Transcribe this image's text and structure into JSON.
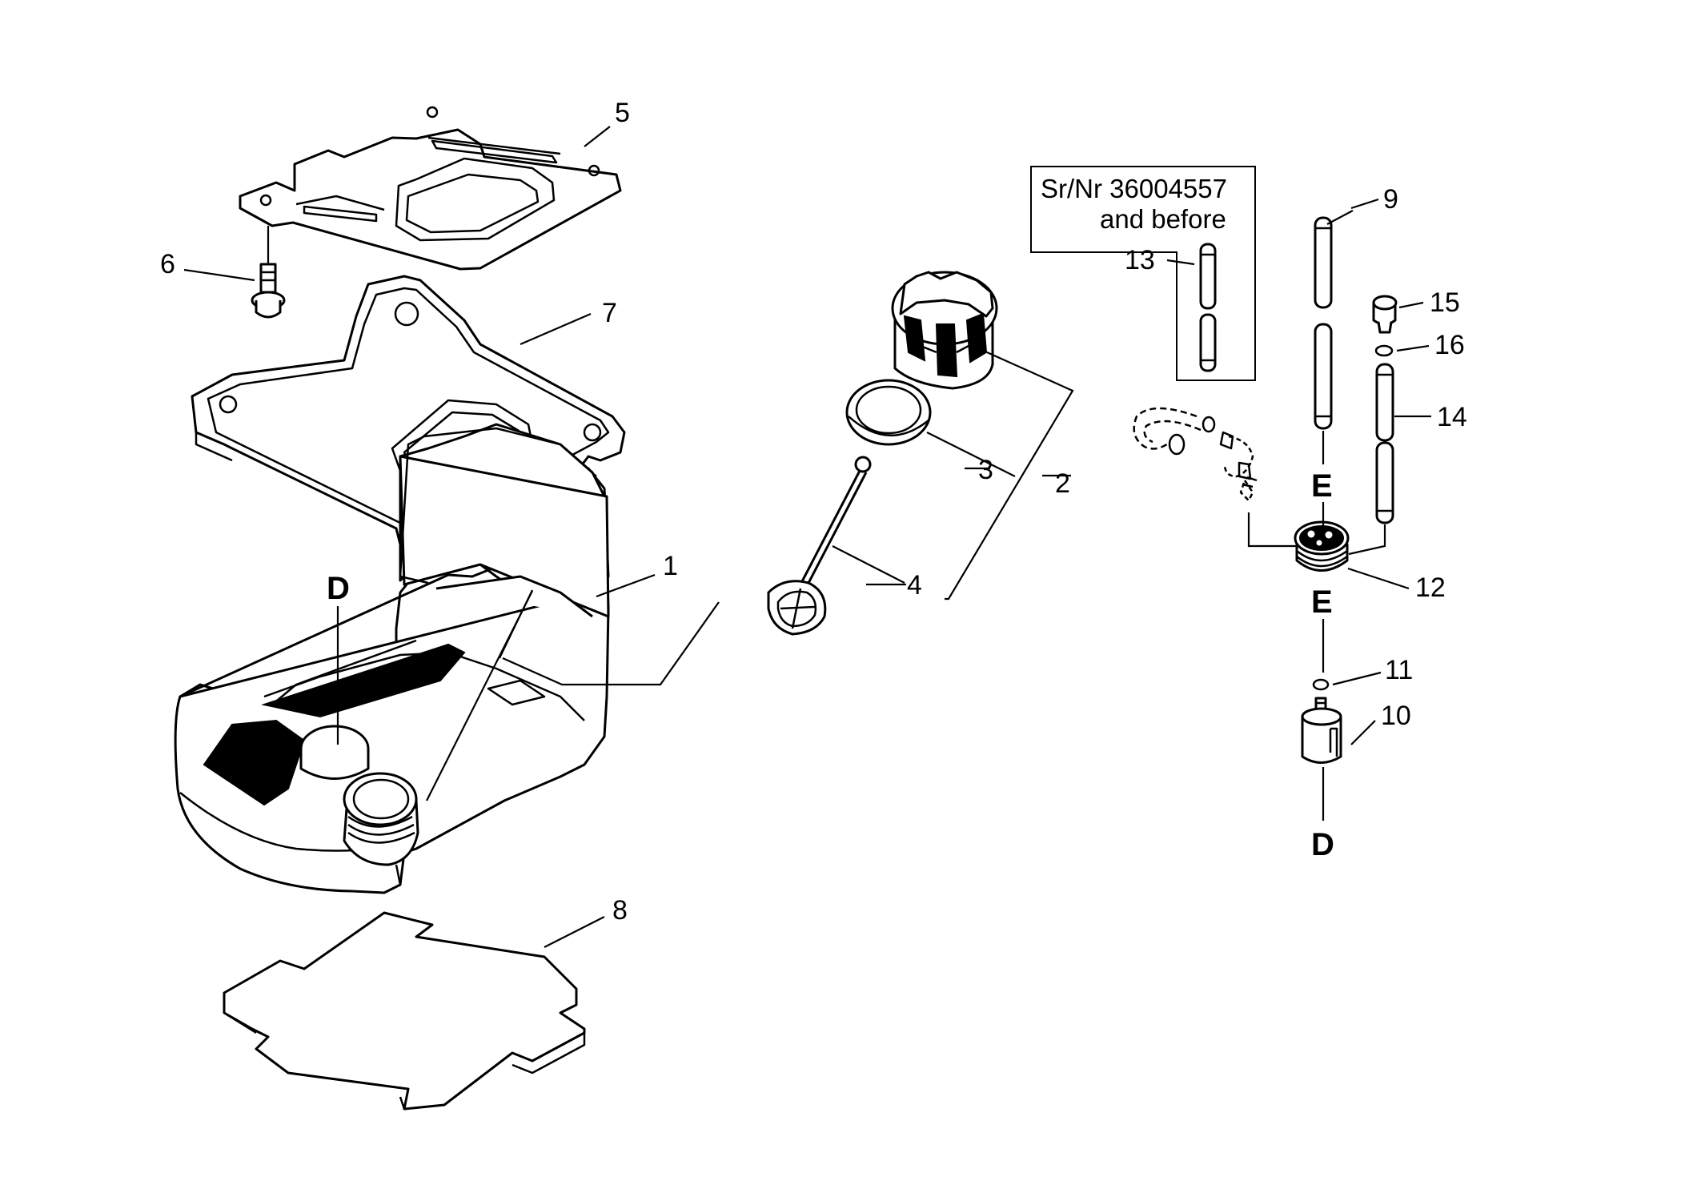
{
  "callouts": {
    "c1": "1",
    "c2": "2",
    "c3": "3",
    "c4": "4",
    "c5": "5",
    "c6": "6",
    "c7": "7",
    "c8": "8",
    "c9": "9",
    "c10": "10",
    "c11": "11",
    "c12": "12",
    "c13": "13",
    "c14": "14",
    "c15": "15",
    "c16": "16"
  },
  "letters": {
    "d_tank": "D",
    "e_upper": "E",
    "e_lower": "E",
    "d_filter": "D"
  },
  "serial_note": {
    "line1": "Sr/Nr 36004557",
    "line2": "and before"
  }
}
